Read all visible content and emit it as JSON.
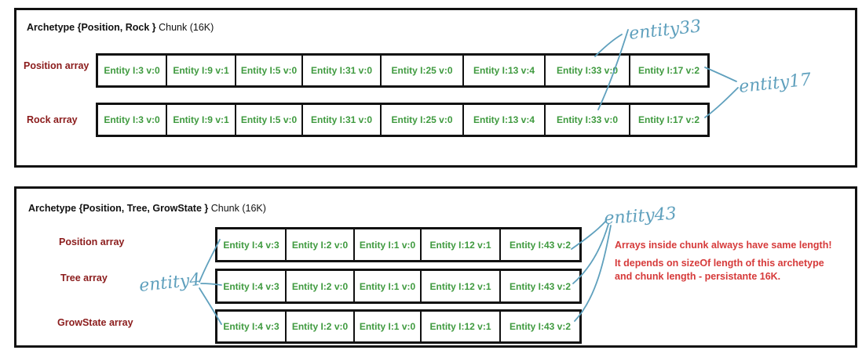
{
  "colors": {
    "label": "#8b1c1c",
    "entity": "#3f9a3f",
    "note": "#d63a3a",
    "annotation": "#5fa0bd"
  },
  "chunk1": {
    "archetype_label": "Archetype {Position, Rock }",
    "chunk_label": "Chunk (16K)",
    "rows": [
      {
        "label": "Position array",
        "cells": [
          "Entity I:3 v:0",
          "Entity I:9 v:1",
          "Entity I:5 v:0",
          "Entity I:31 v:0",
          "Entity I:25 v:0",
          "Entity I:13 v:4",
          "Entity I:33 v:0",
          "Entity I:17 v:2"
        ]
      },
      {
        "label": "Rock array",
        "cells": [
          "Entity I:3 v:0",
          "Entity I:9 v:1",
          "Entity I:5 v:0",
          "Entity I:31 v:0",
          "Entity I:25 v:0",
          "Entity I:13 v:4",
          "Entity I:33 v:0",
          "Entity I:17 v:2"
        ]
      }
    ]
  },
  "chunk2": {
    "archetype_label": "Archetype {Position, Tree, GrowState }",
    "chunk_label": "Chunk (16K)",
    "rows": [
      {
        "label": "Position array",
        "cells": [
          "Entity I:4 v:3",
          "Entity I:2 v:0",
          "Entity I:1 v:0",
          "Entity I:12 v:1",
          "Entity I:43 v:2"
        ]
      },
      {
        "label": "Tree array",
        "cells": [
          "Entity I:4 v:3",
          "Entity I:2 v:0",
          "Entity I:1 v:0",
          "Entity I:12 v:1",
          "Entity I:43 v:2"
        ]
      },
      {
        "label": "GrowState array",
        "cells": [
          "Entity I:4 v:3",
          "Entity I:2 v:0",
          "Entity I:1 v:0",
          "Entity I:12 v:1",
          "Entity I:43 v:2"
        ]
      }
    ]
  },
  "note": {
    "line1": "Arrays inside chunk always have same length!",
    "line2": "It depends on sizeOf length of this archetype and chunk length - persistante 16K."
  },
  "annotations": {
    "entity33": "entity33",
    "entity17": "entity17",
    "entity43": "entity43",
    "entity4": "entity4"
  }
}
